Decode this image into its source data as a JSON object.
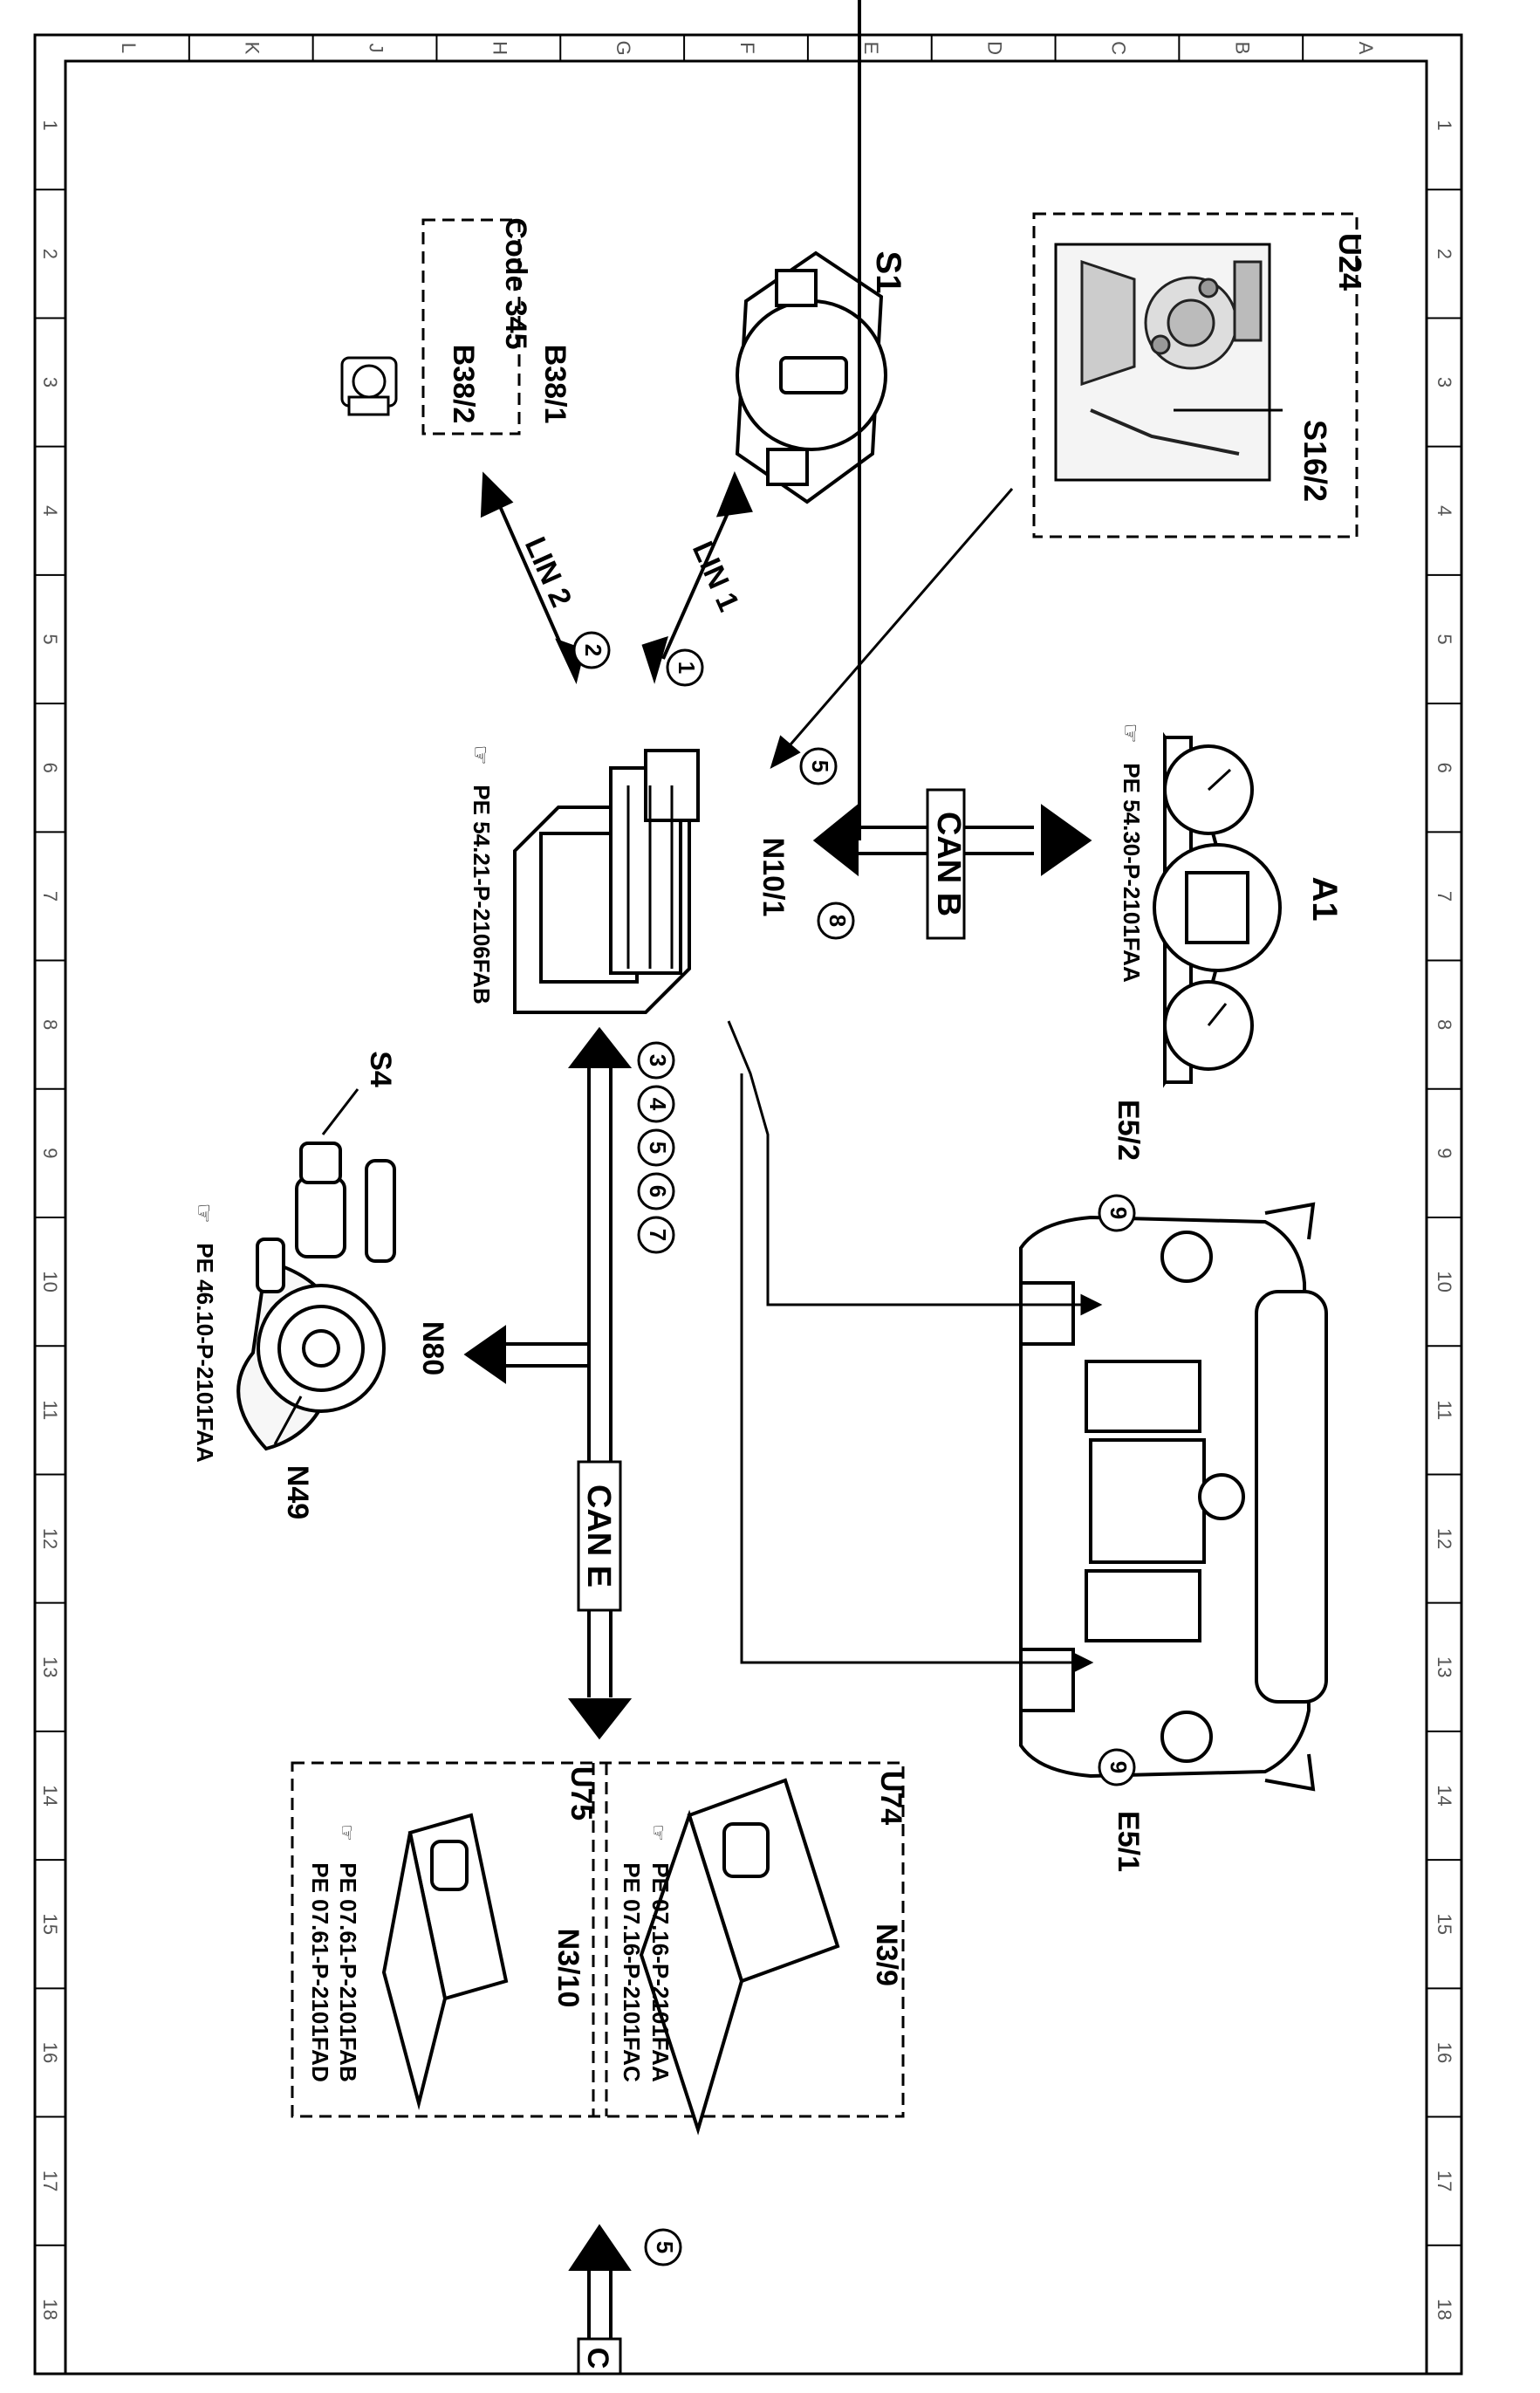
{
  "grid": {
    "cols": [
      "L",
      "K",
      "J",
      "H",
      "G",
      "F",
      "E",
      "D",
      "C",
      "B",
      "A"
    ],
    "rows": [
      "1",
      "2",
      "3",
      "4",
      "5",
      "6",
      "7",
      "8",
      "9",
      "10",
      "11",
      "12",
      "13",
      "14",
      "15",
      "16",
      "17",
      "18"
    ]
  },
  "components": {
    "u24": {
      "code": "U24",
      "part": "S16/2"
    },
    "s1": {
      "code": "S1"
    },
    "b38": {
      "code1": "B38/1",
      "code_line": "Code 345",
      "code2": "B38/2"
    },
    "a1": {
      "code": "A1",
      "ref": "PE 54.30-P-2101FAA"
    },
    "n10": {
      "code": "N10/1",
      "ref": "PE 54.21-P-2106FAB"
    },
    "n80": {
      "code": "N80",
      "s4": "S4",
      "n49": "N49",
      "ref": "PE 46.10-P-2101FAA"
    },
    "car": {
      "e52": "E5/2",
      "e51": "E5/1"
    },
    "u74": {
      "code": "U74",
      "part": "N3/9",
      "ref1": "PE 07.16-P-2101FAA",
      "ref2": "PE 07.16-P-2101FAC"
    },
    "u75": {
      "code": "U75",
      "part": "N3/10",
      "ref1": "PE 07.61-P-2101FAB",
      "ref2": "PE 07.61-P-2101FAD"
    }
  },
  "buses": {
    "lin1": "LIN 1",
    "lin2": "LIN 2",
    "canb": "CAN B",
    "cane": "CAN E",
    "canc": "C"
  },
  "markers": {
    "m1": "1",
    "m2": "2",
    "m5_top": "5",
    "m8": "8",
    "m3": "3",
    "m4": "4",
    "m5_mid": "5",
    "m6": "6",
    "m7": "7",
    "m9_top": "9",
    "m9_bot": "9",
    "m5_bot": "5"
  }
}
